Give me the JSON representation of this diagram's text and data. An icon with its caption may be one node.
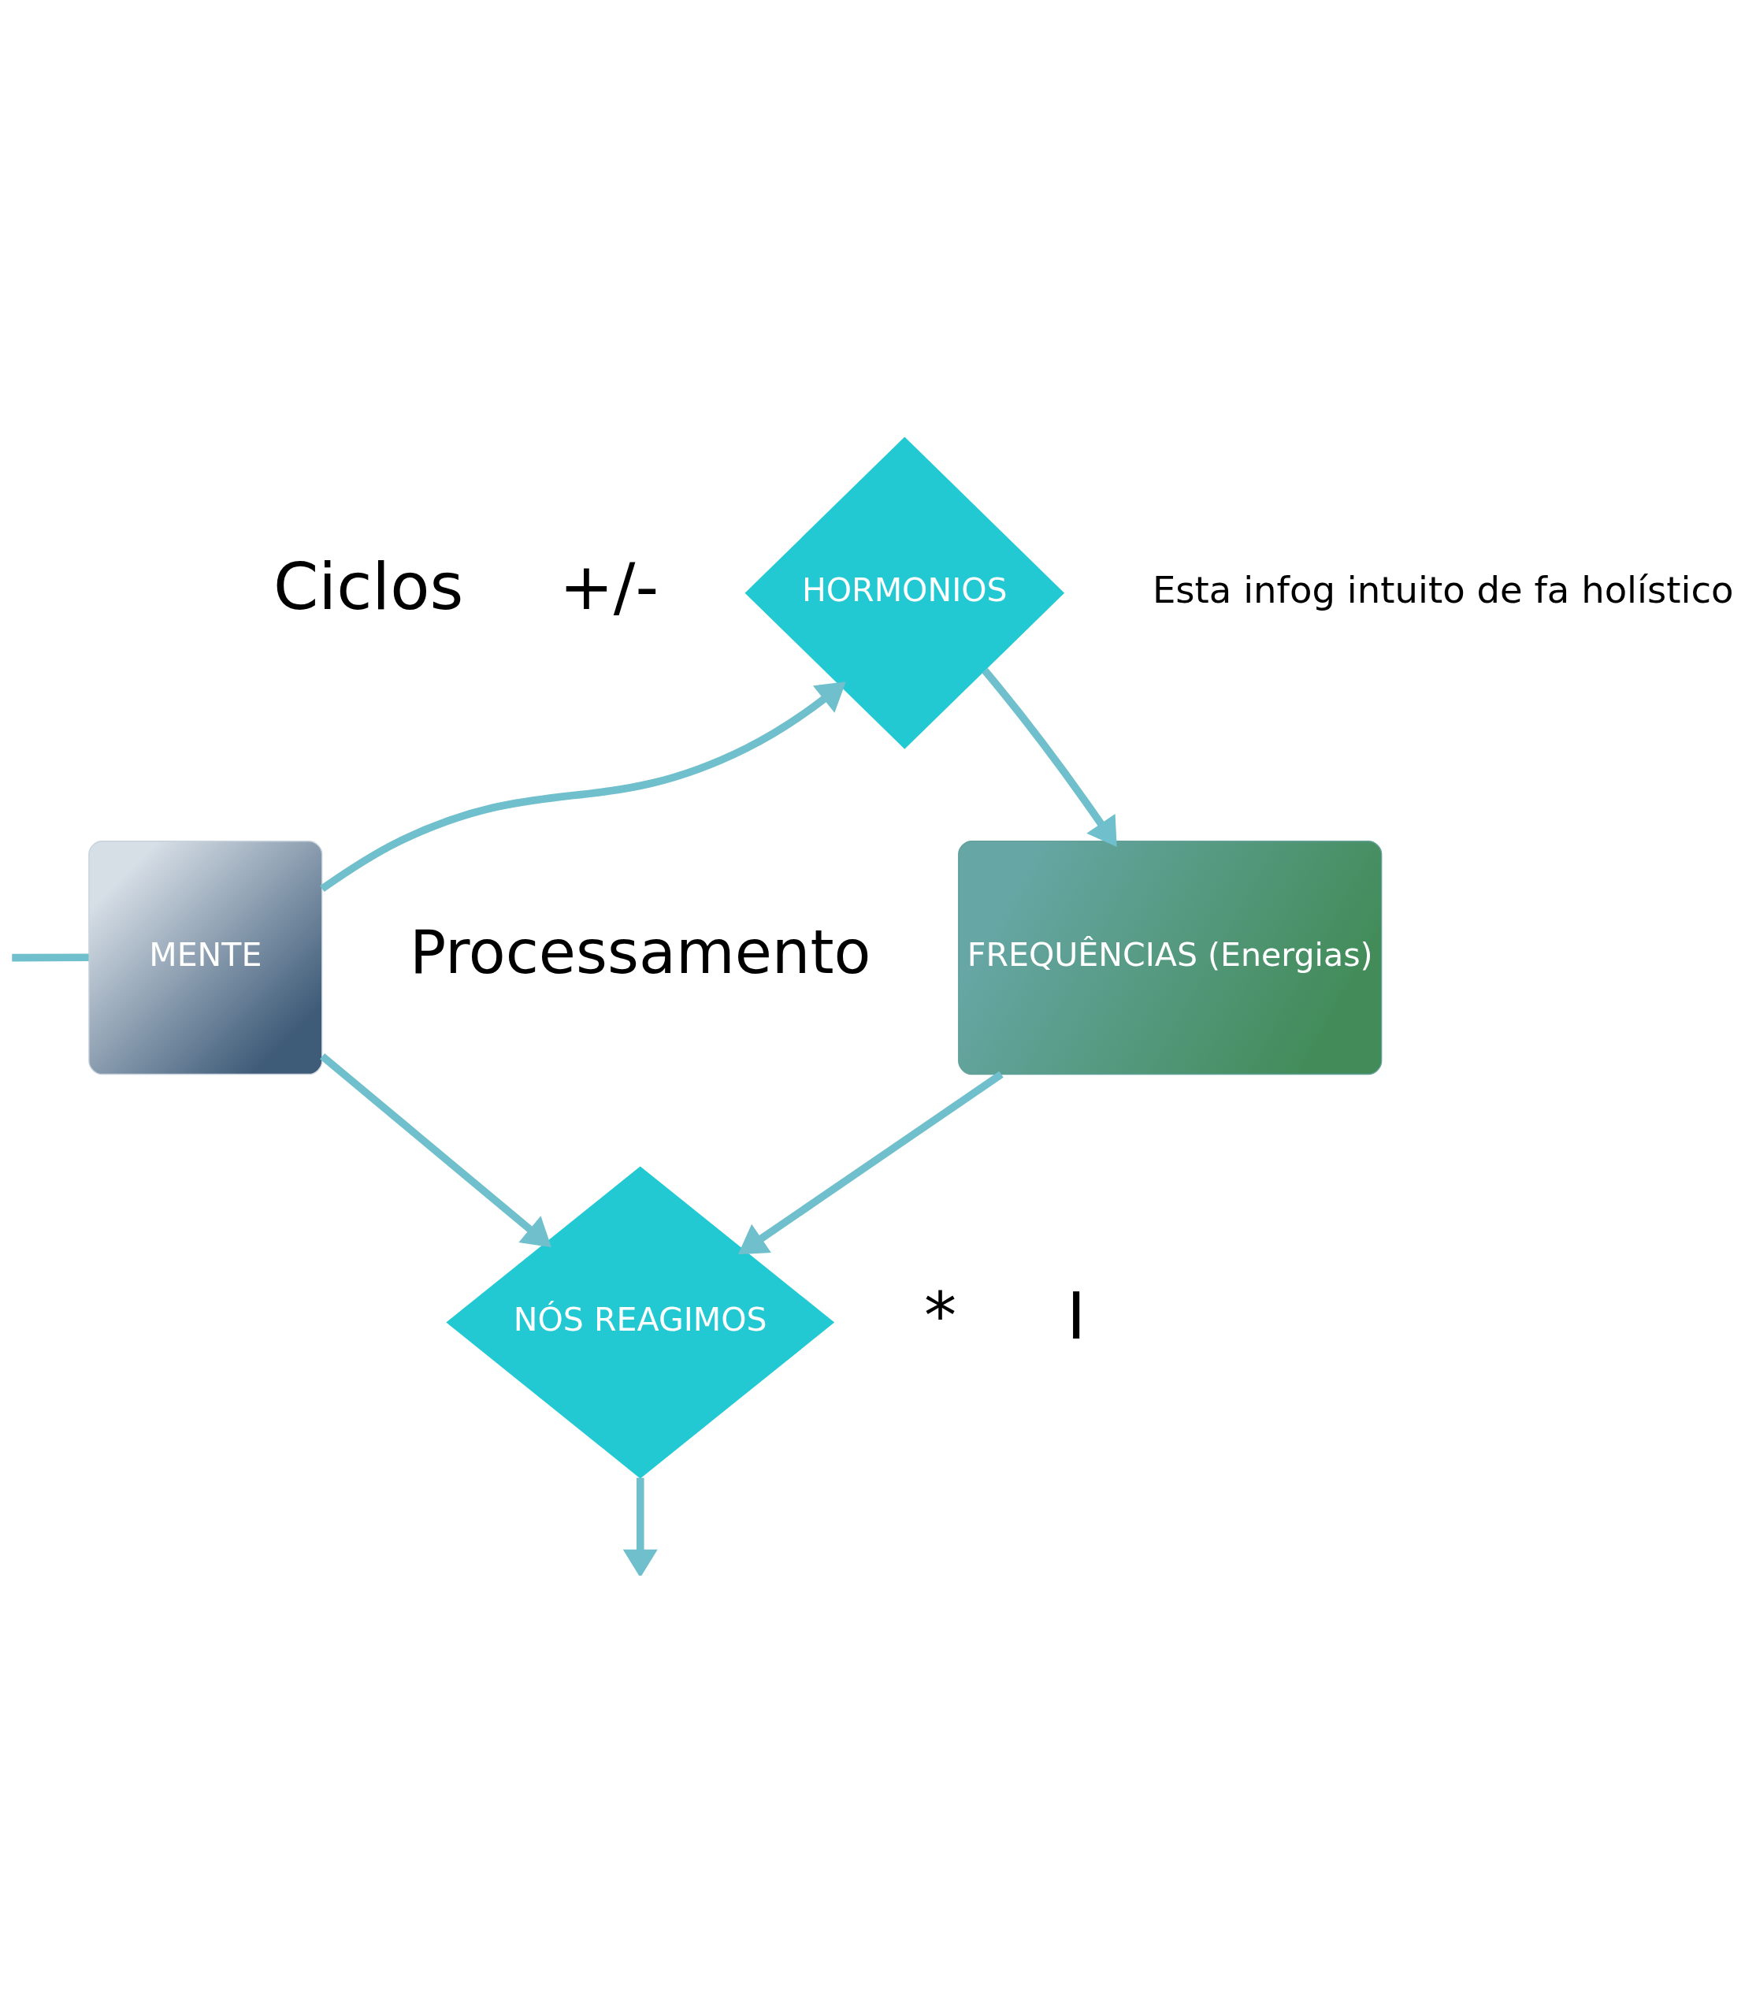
{
  "diagram": {
    "nodes": [
      {
        "text": [
          "HORMONIOS"
        ]
      },
      {
        "text": [
          "MENTE"
        ]
      },
      {
        "text": [
          "FREQUÊNCIAS (Energias)"
        ]
      },
      {
        "text": [
          "NÓS REAGIMOS"
        ]
      }
    ],
    "edges": [
      {
        "from": 1,
        "to": 0,
        "arrow": "to"
      },
      {
        "from": 0,
        "to": 2,
        "arrow": "to"
      },
      {
        "from": 2,
        "to": 3,
        "arrow": "to"
      },
      {
        "from": 1,
        "to": 3,
        "arrow": "to"
      },
      {
        "from": 3,
        "to": null,
        "arrow": "to"
      },
      {
        "from": null,
        "to": 1,
        "arrow": "none"
      }
    ],
    "labels": [
      "Ciclos",
      "+/-",
      "Esta infog intuito de fa holístico",
      "Processamento",
      "*",
      "I"
    ]
  }
}
